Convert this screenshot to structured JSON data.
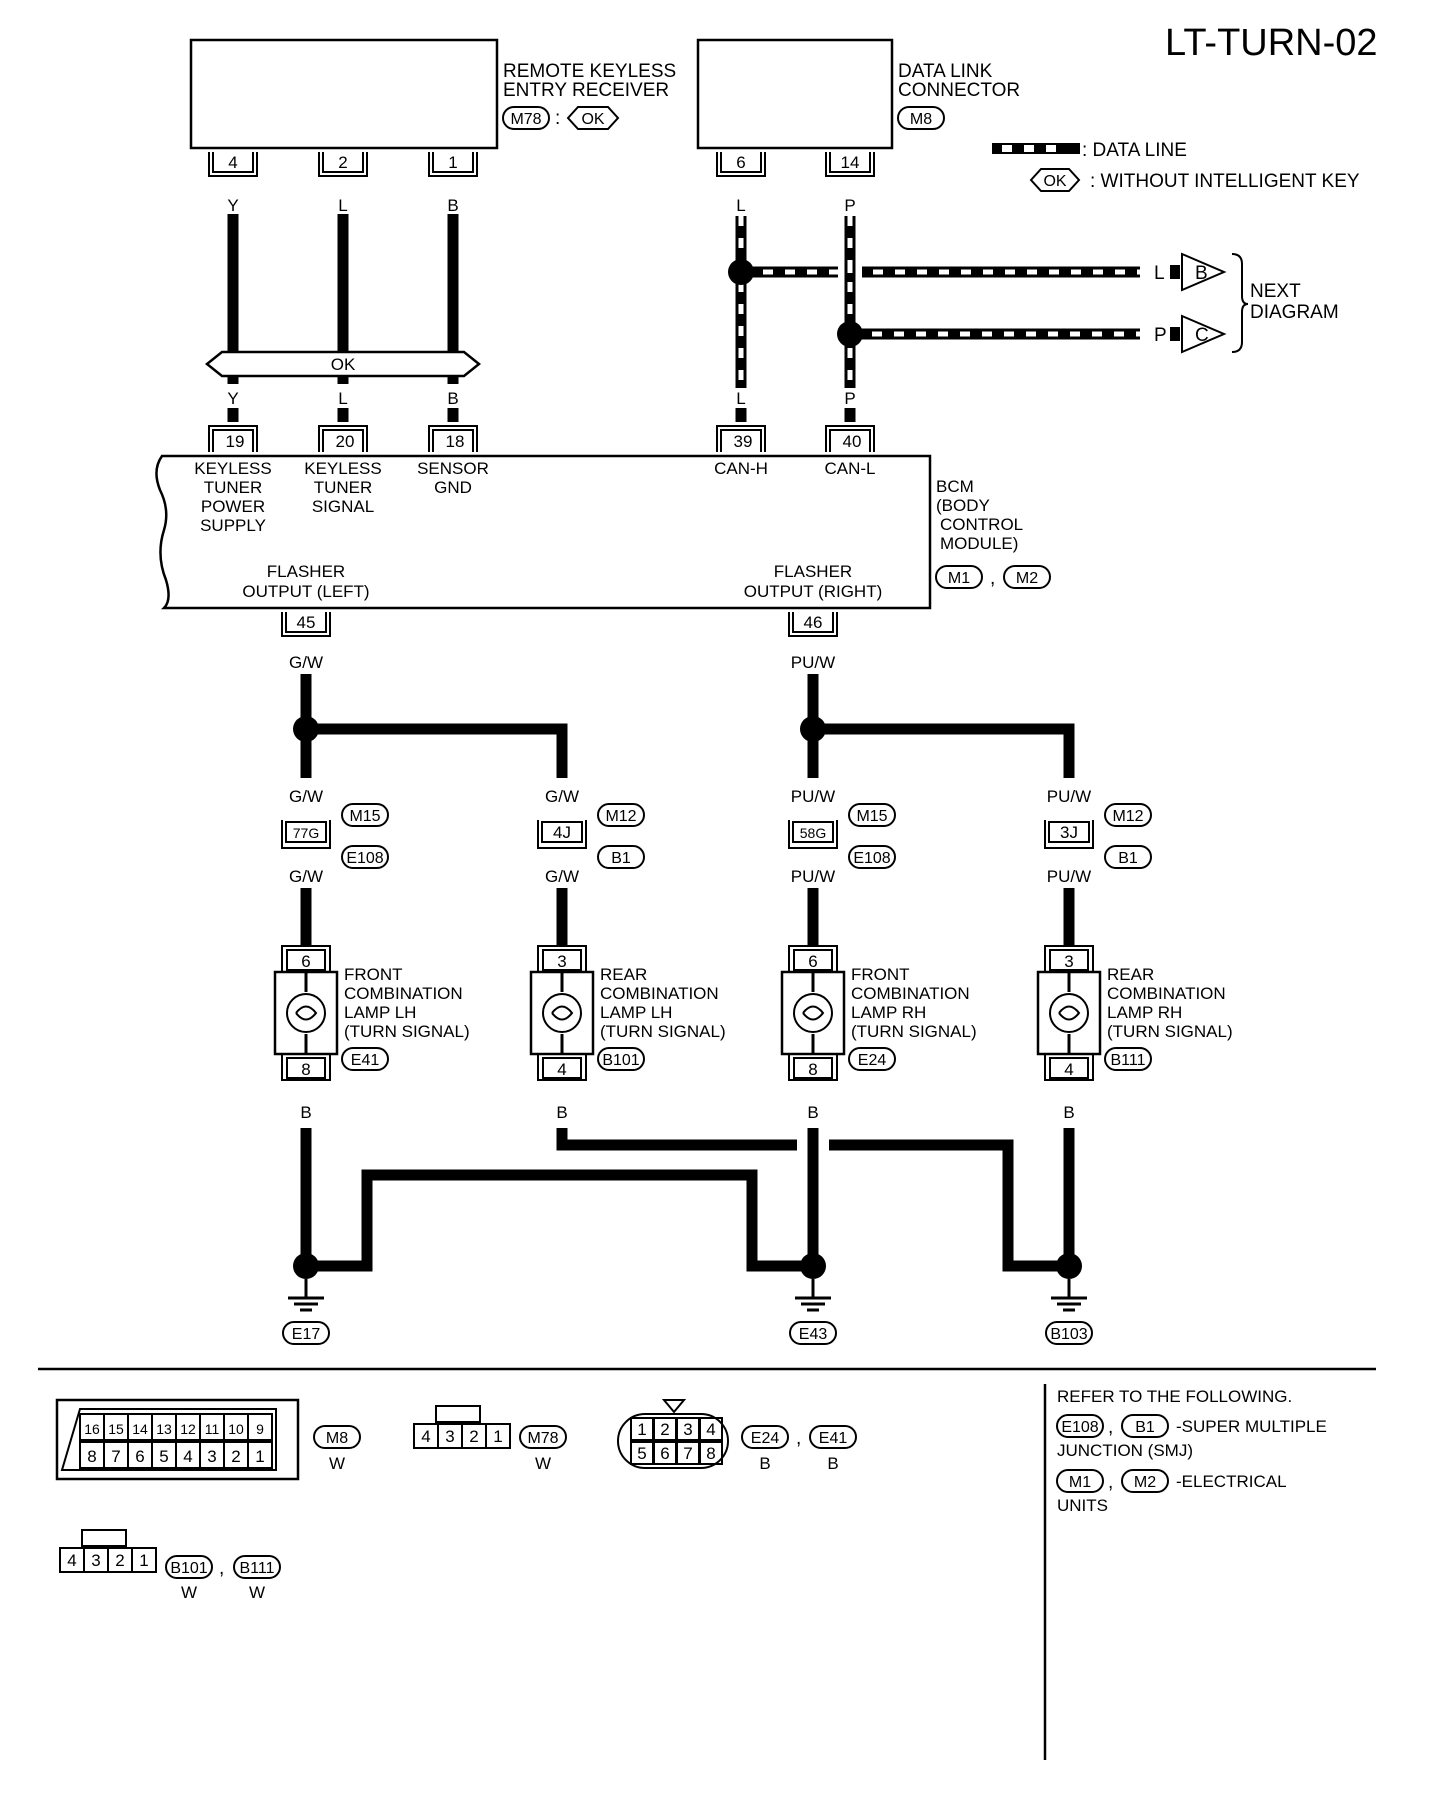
{
  "title": "LT-TURN-02",
  "remote_keyless": {
    "name_line1": "REMOTE KEYLESS",
    "name_line2": "ENTRY RECEIVER",
    "connector": "M78",
    "condition": "OK",
    "pins": [
      "4",
      "2",
      "1"
    ],
    "wire_colors": [
      "Y",
      "L",
      "B"
    ]
  },
  "data_link": {
    "name_line1": "DATA LINK",
    "name_line2": "CONNECTOR",
    "connector": "M8",
    "pins": [
      "6",
      "14"
    ],
    "wire_colors": [
      "L",
      "P"
    ]
  },
  "legend": {
    "data_line": ": DATA LINE",
    "ok_symbol": "OK",
    "ok_text": ": WITHOUT INTELLIGENT KEY"
  },
  "next_diagram": {
    "line1": "NEXT",
    "line2": "DIAGRAM",
    "links": [
      {
        "color": "L",
        "tag": "B"
      },
      {
        "color": "P",
        "tag": "C"
      }
    ]
  },
  "ok_bar": "OK",
  "bcm": {
    "pins": [
      "19",
      "20",
      "18",
      "39",
      "40",
      "45",
      "46"
    ],
    "in_colors": [
      "Y",
      "L",
      "B",
      "L",
      "P"
    ],
    "pin_labels": {
      "p19": [
        "KEYLESS",
        "TUNER",
        "POWER",
        "SUPPLY"
      ],
      "p20": [
        "KEYLESS",
        "TUNER",
        "SIGNAL"
      ],
      "p18": [
        "SENSOR",
        "GND"
      ],
      "p39": "CAN-H",
      "p40": "CAN-L"
    },
    "flasher_left": [
      "FLASHER",
      "OUTPUT (LEFT)"
    ],
    "flasher_right": [
      "FLASHER",
      "OUTPUT (RIGHT)"
    ],
    "name": [
      "BCM",
      "(BODY",
      "CONTROL",
      "MODULE)"
    ],
    "connectors": [
      "M1",
      "M2"
    ]
  },
  "outputs": {
    "left_color": "G/W",
    "right_color": "PU/W"
  },
  "junctions": [
    {
      "pin": "77G",
      "top": "M15",
      "bottom": "E108",
      "color": "G/W"
    },
    {
      "pin": "4J",
      "top": "M12",
      "bottom": "B1",
      "color": "G/W"
    },
    {
      "pin": "58G",
      "top": "M15",
      "bottom": "E108",
      "color": "PU/W"
    },
    {
      "pin": "3J",
      "top": "M12",
      "bottom": "B1",
      "color": "PU/W"
    }
  ],
  "lamps": [
    {
      "top_pin": "6",
      "bottom_pin": "8",
      "lines": [
        "FRONT",
        "COMBINATION",
        "LAMP LH",
        "(TURN SIGNAL)"
      ],
      "connector": "E41"
    },
    {
      "top_pin": "3",
      "bottom_pin": "4",
      "lines": [
        "REAR",
        "COMBINATION",
        "LAMP LH",
        "(TURN SIGNAL)"
      ],
      "connector": "B101"
    },
    {
      "top_pin": "6",
      "bottom_pin": "8",
      "lines": [
        "FRONT",
        "COMBINATION",
        "LAMP RH",
        "(TURN SIGNAL)"
      ],
      "connector": "E24"
    },
    {
      "top_pin": "3",
      "bottom_pin": "4",
      "lines": [
        "REAR",
        "COMBINATION",
        "LAMP RH",
        "(TURN SIGNAL)"
      ],
      "connector": "B111"
    }
  ],
  "ground_color": "B",
  "grounds": [
    "E17",
    "E43",
    "B103"
  ],
  "connector_views": {
    "m8": {
      "top": [
        "16",
        "15",
        "14",
        "13",
        "12",
        "11",
        "10",
        "9"
      ],
      "bottom": [
        "8",
        "7",
        "6",
        "5",
        "4",
        "3",
        "2",
        "1"
      ],
      "name": "M8",
      "color": "W"
    },
    "m78": {
      "pins": [
        "4",
        "3",
        "2",
        "1"
      ],
      "name": "M78",
      "color": "W"
    },
    "e24_e41": {
      "top": [
        "1",
        "2",
        "3",
        "4"
      ],
      "bottom": [
        "5",
        "6",
        "7",
        "8"
      ],
      "names": [
        "E24",
        "E41"
      ],
      "colors": [
        "B",
        "B"
      ]
    },
    "b101_b111": {
      "pins": [
        "4",
        "3",
        "2",
        "1"
      ],
      "names": [
        "B101",
        "B111"
      ],
      "colors": [
        "W",
        "W"
      ]
    }
  },
  "refer": {
    "heading": "REFER TO THE FOLLOWING.",
    "smj_connectors": [
      "E108",
      "B1"
    ],
    "smj_text_1": "-SUPER MULTIPLE",
    "smj_text_2": "JUNCTION (SMJ)",
    "eu_connectors": [
      "M1",
      "M2"
    ],
    "eu_text_1": "-ELECTRICAL",
    "eu_text_2": "UNITS"
  }
}
